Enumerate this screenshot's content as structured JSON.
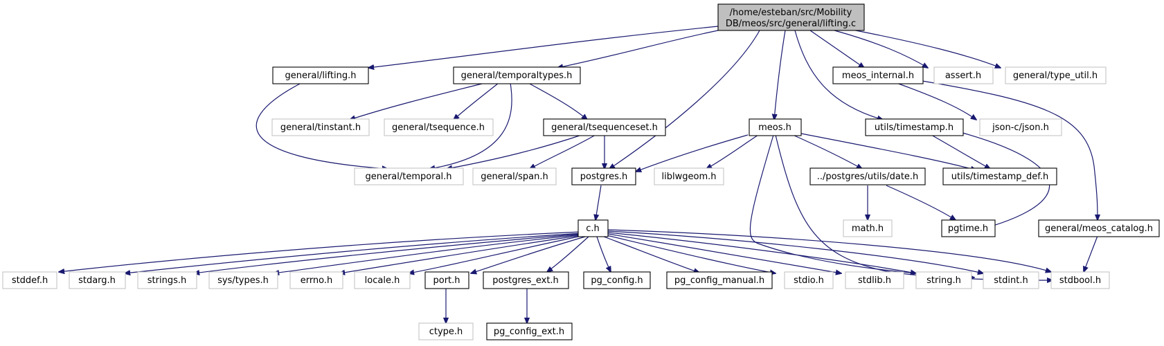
{
  "root": {
    "line1": "/home/esteban/src/Mobility",
    "line2": "DB/meos/src/general/lifting.c"
  },
  "nodes": {
    "lifting_h": "general/lifting.h",
    "temporaltypes_h": "general/temporaltypes.h",
    "meos_internal_h": "meos_internal.h",
    "assert_h": "assert.h",
    "type_util_h": "general/type_util.h",
    "tinstant_h": "general/tinstant.h",
    "tsequence_h": "general/tsequence.h",
    "tsequenceset_h": "general/tsequenceset.h",
    "meos_h": "meos.h",
    "timestamp_h": "utils/timestamp.h",
    "json_h": "json-c/json.h",
    "temporal_h": "general/temporal.h",
    "span_h": "general/span.h",
    "postgres_h": "postgres.h",
    "liblwgeom_h": "liblwgeom.h",
    "date_h": "../postgres/utils/date.h",
    "timestamp_def_h": "utils/timestamp_def.h",
    "c_h": "c.h",
    "math_h": "math.h",
    "pgtime_h": "pgtime.h",
    "meos_catalog_h": "general/meos_catalog.h",
    "stddef_h": "stddef.h",
    "stdarg_h": "stdarg.h",
    "strings_h": "strings.h",
    "sys_types_h": "sys/types.h",
    "errno_h": "errno.h",
    "locale_h": "locale.h",
    "port_h": "port.h",
    "postgres_ext_h": "postgres_ext.h",
    "pg_config_h": "pg_config.h",
    "pg_config_manual_h": "pg_config_manual.h",
    "stdio_h": "stdio.h",
    "stdlib_h": "stdlib.h",
    "string_h": "string.h",
    "stdint_h": "stdint.h",
    "stdbool_h": "stdbool.h",
    "ctype_h": "ctype.h",
    "pg_config_ext_h": "pg_config_ext.h"
  },
  "colors": {
    "edge": "#191970",
    "root_fill": "#bfbfbf",
    "linked_border": "#000000",
    "external_border": "#bfbfbf"
  }
}
